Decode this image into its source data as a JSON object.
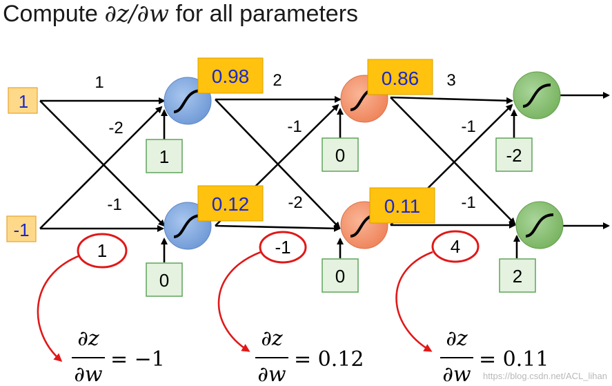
{
  "title": {
    "text": "Compute ",
    "math": "∂z/∂w",
    "suffix": " for all parameters"
  },
  "inputs": [
    "1",
    "-1"
  ],
  "weights": {
    "layer1": {
      "top_top": "1",
      "top_bottom": "-2",
      "bottom_top": "-1",
      "bottom_bottom": "1"
    },
    "layer2": {
      "top_top": "2",
      "top_bottom": "-2",
      "bottom_top": "-1",
      "bottom_bottom": "-1"
    },
    "layer3": {
      "top_top": "3",
      "top_bottom": "-1",
      "bottom_top": "-1",
      "bottom_bottom": "4"
    }
  },
  "biases": {
    "layer1": [
      "1",
      "0"
    ],
    "layer2": [
      "0",
      "0"
    ],
    "layer3": [
      "-2",
      "2"
    ]
  },
  "outputs": {
    "layer1": [
      "0.98",
      "0.12"
    ],
    "layer2": [
      "0.86",
      "0.11"
    ]
  },
  "derivatives": [
    {
      "numerator": "∂z",
      "denominator": "∂w",
      "value": "= −1"
    },
    {
      "numerator": "∂z",
      "denominator": "∂w",
      "value": "= 0.12"
    },
    {
      "numerator": "∂z",
      "denominator": "∂w",
      "value": "= 0.11"
    }
  ],
  "colors": {
    "neuron1": "#7fa7dc",
    "neuron2": "#f3946d",
    "neuron3": "#86bd6e",
    "output_box": "#ffc20e",
    "highlight": "#e01818",
    "value_text": "#1b28c8"
  },
  "watermark": "https://blog.csdn.net/ACL_lihan"
}
